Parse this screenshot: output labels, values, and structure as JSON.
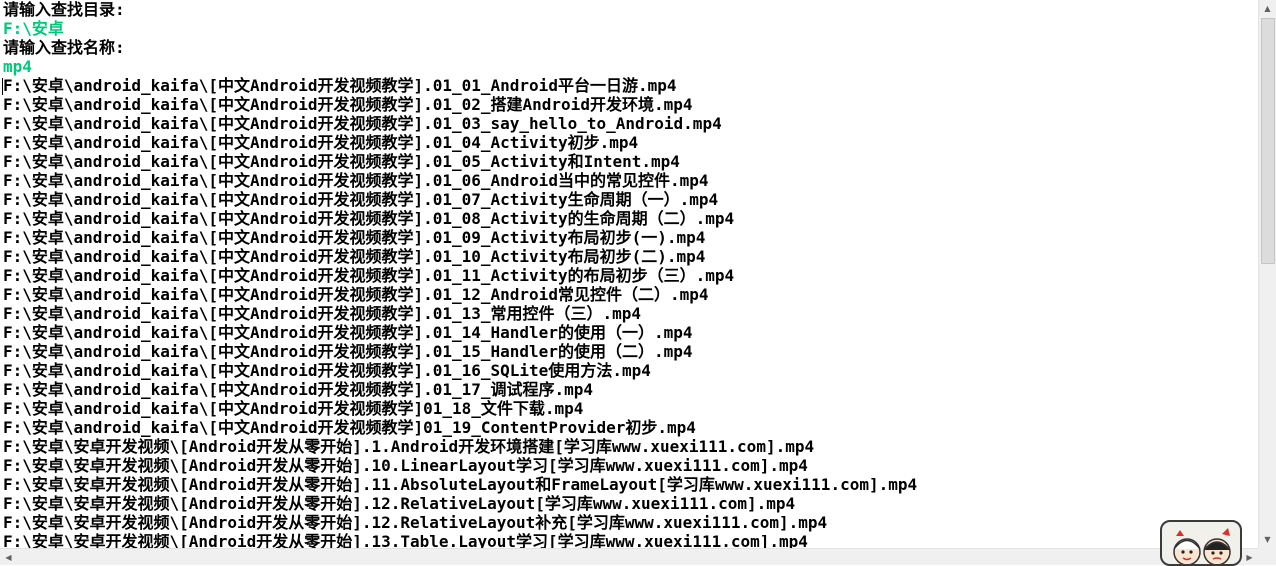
{
  "console": {
    "lines": [
      {
        "text": "请输入查找目录:",
        "kind": "prompt"
      },
      {
        "text": "F:\\安卓",
        "kind": "input"
      },
      {
        "text": "请输入查找名称:",
        "kind": "prompt"
      },
      {
        "text": "mp4",
        "kind": "input"
      },
      {
        "text": "F:\\安卓\\android_kaifa\\[中文Android开发视频教学].01_01_Android平台一日游.mp4",
        "kind": "output"
      },
      {
        "text": "F:\\安卓\\android_kaifa\\[中文Android开发视频教学].01_02_搭建Android开发环境.mp4",
        "kind": "output"
      },
      {
        "text": "F:\\安卓\\android_kaifa\\[中文Android开发视频教学].01_03_say_hello_to_Android.mp4",
        "kind": "output"
      },
      {
        "text": "F:\\安卓\\android_kaifa\\[中文Android开发视频教学].01_04_Activity初步.mp4",
        "kind": "output"
      },
      {
        "text": "F:\\安卓\\android_kaifa\\[中文Android开发视频教学].01_05_Activity和Intent.mp4",
        "kind": "output"
      },
      {
        "text": "F:\\安卓\\android_kaifa\\[中文Android开发视频教学].01_06_Android当中的常见控件.mp4",
        "kind": "output"
      },
      {
        "text": "F:\\安卓\\android_kaifa\\[中文Android开发视频教学].01_07_Activity生命周期（一）.mp4",
        "kind": "output"
      },
      {
        "text": "F:\\安卓\\android_kaifa\\[中文Android开发视频教学].01_08_Activity的生命周期（二）.mp4",
        "kind": "output"
      },
      {
        "text": "F:\\安卓\\android_kaifa\\[中文Android开发视频教学].01_09_Activity布局初步(一).mp4",
        "kind": "output"
      },
      {
        "text": "F:\\安卓\\android_kaifa\\[中文Android开发视频教学].01_10_Activity布局初步(二).mp4",
        "kind": "output"
      },
      {
        "text": "F:\\安卓\\android_kaifa\\[中文Android开发视频教学].01_11_Activity的布局初步（三）.mp4",
        "kind": "output"
      },
      {
        "text": "F:\\安卓\\android_kaifa\\[中文Android开发视频教学].01_12_Android常见控件（二）.mp4",
        "kind": "output"
      },
      {
        "text": "F:\\安卓\\android_kaifa\\[中文Android开发视频教学].01_13_常用控件（三）.mp4",
        "kind": "output"
      },
      {
        "text": "F:\\安卓\\android_kaifa\\[中文Android开发视频教学].01_14_Handler的使用（一）.mp4",
        "kind": "output"
      },
      {
        "text": "F:\\安卓\\android_kaifa\\[中文Android开发视频教学].01_15_Handler的使用（二）.mp4",
        "kind": "output"
      },
      {
        "text": "F:\\安卓\\android_kaifa\\[中文Android开发视频教学].01_16_SQLite使用方法.mp4",
        "kind": "output"
      },
      {
        "text": "F:\\安卓\\android_kaifa\\[中文Android开发视频教学].01_17_调试程序.mp4",
        "kind": "output"
      },
      {
        "text": "F:\\安卓\\android_kaifa\\[中文Android开发视频教学]01_18_文件下载.mp4",
        "kind": "output"
      },
      {
        "text": "F:\\安卓\\android_kaifa\\[中文Android开发视频教学]01_19_ContentProvider初步.mp4",
        "kind": "output"
      },
      {
        "text": "F:\\安卓\\安卓开发视频\\[Android开发从零开始].1.Android开发环境搭建[学习库www.xuexi111.com].mp4",
        "kind": "output"
      },
      {
        "text": "F:\\安卓\\安卓开发视频\\[Android开发从零开始].10.LinearLayout学习[学习库www.xuexi111.com].mp4",
        "kind": "output"
      },
      {
        "text": "F:\\安卓\\安卓开发视频\\[Android开发从零开始].11.AbsoluteLayout和FrameLayout[学习库www.xuexi111.com].mp4",
        "kind": "output"
      },
      {
        "text": "F:\\安卓\\安卓开发视频\\[Android开发从零开始].12.RelativeLayout[学习库www.xuexi111.com].mp4",
        "kind": "output"
      },
      {
        "text": "F:\\安卓\\安卓开发视频\\[Android开发从零开始].12.RelativeLayout补充[学习库www.xuexi111.com].mp4",
        "kind": "output"
      },
      {
        "text": "F:\\安卓\\安卓开发视频\\[Android开发从零开始].13.Table.Layout学习[学习库www.xuexi111.com].mp4",
        "kind": "output"
      }
    ]
  },
  "colors": {
    "prompt_text": "#000000",
    "input_echo": "#00c87a",
    "background": "#ffffff"
  },
  "icons": {
    "scroll_up": "triangle-up",
    "scroll_down": "triangle-down",
    "scroll_left": "triangle-left",
    "scroll_right": "triangle-right",
    "mascot": "cartoon-characters-widget"
  }
}
